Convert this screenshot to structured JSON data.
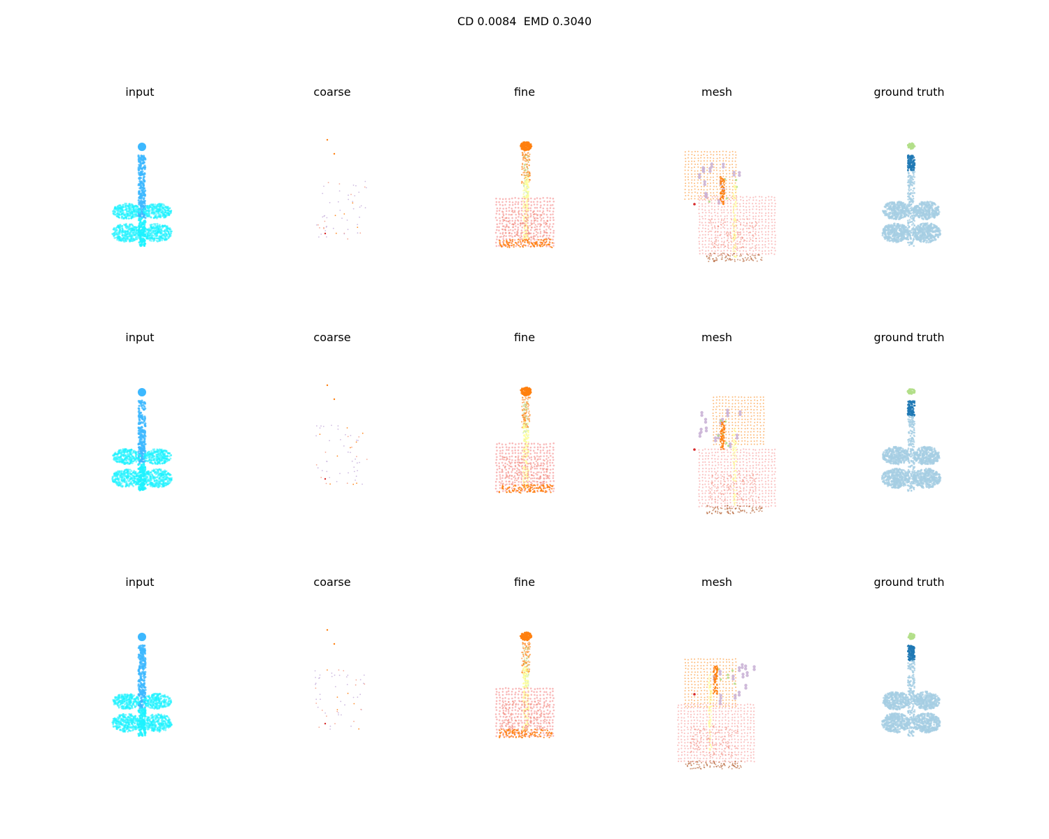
{
  "figure": {
    "title": "CD 0.0084  EMD 0.3040"
  },
  "panel_titles": [
    "input",
    "coarse",
    "fine",
    "mesh",
    "ground truth"
  ],
  "rows": [
    {
      "panels": [
        "input",
        "coarse",
        "fine",
        "mesh",
        "ground truth"
      ]
    },
    {
      "panels": [
        "input",
        "coarse",
        "fine",
        "mesh",
        "ground truth"
      ]
    },
    {
      "panels": [
        "input",
        "coarse",
        "fine",
        "mesh",
        "ground truth"
      ]
    }
  ],
  "colors": {
    "input_cyan": "#1ef2ff",
    "input_blue": "#3cb8ff",
    "coarse_lavender": "#c9b3dd",
    "coarse_salmon": "#f4a08a",
    "coarse_orange": "#ff7f0e",
    "coarse_red": "#d62728",
    "fine_pink": "#f7a1a1",
    "fine_salmon": "#f08070",
    "fine_orange": "#ff7f0e",
    "fine_yellow": "#ffff99",
    "fine_brown": "#b15928",
    "mesh_orange": "#fdae61",
    "mesh_purple": "#cab2d6",
    "mesh_green": "#b2df8a",
    "gt_light_blue": "#a6cee3",
    "gt_dark_blue": "#1f78b4",
    "gt_green": "#b2df8a"
  }
}
